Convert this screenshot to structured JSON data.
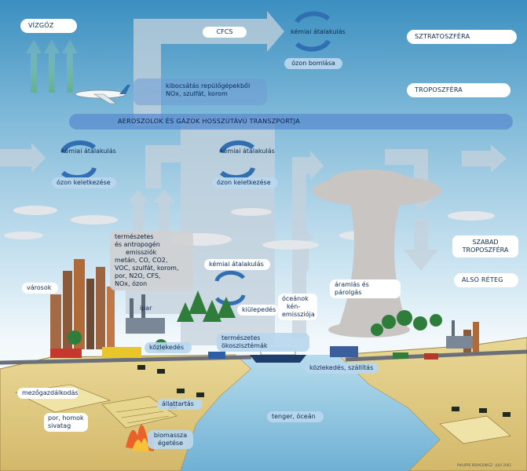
{
  "labels": {
    "vizgoz": "VÍZGŐZ",
    "cfcs": "CFCS",
    "kemiai_top": "kémiai átalakulás",
    "ozon_bomlasa": "ózon bomlása",
    "sztratoszfera": "SZTRATOSZFÉRA",
    "troposzfera": "TROPOSZFÉRA",
    "repulo_line1": "kibocsátás repülőgépekből",
    "repulo_line2": "NOx, szulfát, korom",
    "aeroszolok": "AEROSZOLOK ÉS GÁZOK HOSSZÚTÁVÚ TRANSZPORTJA",
    "kemiai_left": "kémiai átalakulás",
    "ozon_keletkezese_left": "ózon keletkezése",
    "kemiai_mid": "kémiai átalakulás",
    "ozon_keletkezese_mid": "ózon keletkezése",
    "emisszio_lines": [
      "természetes",
      "és antropogén",
      "emissziók",
      "metán, CO, CO2,",
      "VOC, szulfát, korom,",
      "por, N2O, CFS,",
      "NOx, ózon"
    ],
    "kemiai_low": "kémiai átalakulás",
    "kulepedes": "kiülepedés",
    "oceanok_lines": [
      "óceánok",
      "kén-",
      "emissziója"
    ],
    "aramlas": "áramlás és párolgás",
    "szabad_line1": "SZABAD",
    "szabad_line2": "TROPOSZFÉRA",
    "also_reteg": "ALSÓ RÉTEG",
    "varosok": "városok",
    "ipar": "ipar",
    "kozlekedes": "közlekedés",
    "termeszetes_okosz": "természetes ökoszisztémák",
    "kozlekedes_szallitas": "közlekedés, szállítás",
    "mezogazdasag": "mezőgazdálkodás",
    "allattartas": "állattartás",
    "por_line1": "por, homok",
    "por_line2": "sivatag",
    "biomassza_line1": "biomassza",
    "biomassza_line2": "égetése",
    "tenger": "tenger, óceán",
    "credit": "PHILIPPE REKACEWICZ - JULY 2002"
  },
  "colors": {
    "sky_top": "#3b8fc0",
    "arrow_grey": "#c6d2dc",
    "arrow_blue": "#3a78b8",
    "band_blue": "#5b8fd0",
    "text_dark": "#0a2b55",
    "land": "#e4cf8a",
    "sea": "#8ec4de"
  }
}
